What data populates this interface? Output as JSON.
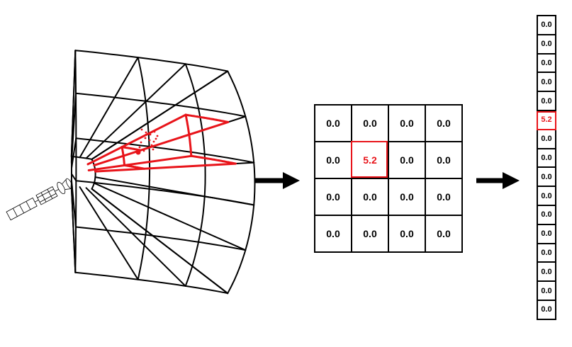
{
  "grid": {
    "rows": [
      [
        "0.0",
        "0.0",
        "0.0",
        "0.0"
      ],
      [
        "0.0",
        "5.2",
        "0.0",
        "0.0"
      ],
      [
        "0.0",
        "0.0",
        "0.0",
        "0.0"
      ],
      [
        "0.0",
        "0.0",
        "0.0",
        "0.0"
      ]
    ],
    "highlight": {
      "row": 1,
      "col": 1
    }
  },
  "vector": {
    "values": [
      "0.0",
      "0.0",
      "0.0",
      "0.0",
      "0.0",
      "5.2",
      "0.0",
      "0.0",
      "0.0",
      "0.0",
      "0.0",
      "0.0",
      "0.0",
      "0.0",
      "0.0",
      "0.0"
    ],
    "highlight_index": 5
  },
  "colors": {
    "highlight": "#e8141a",
    "line": "#000000",
    "background": "#ffffff"
  },
  "icons": {
    "source": "satellite-icon",
    "sector_beam": "radar-sector-icon",
    "arrow_1": "right-arrow-icon",
    "arrow_2": "right-arrow-icon"
  }
}
